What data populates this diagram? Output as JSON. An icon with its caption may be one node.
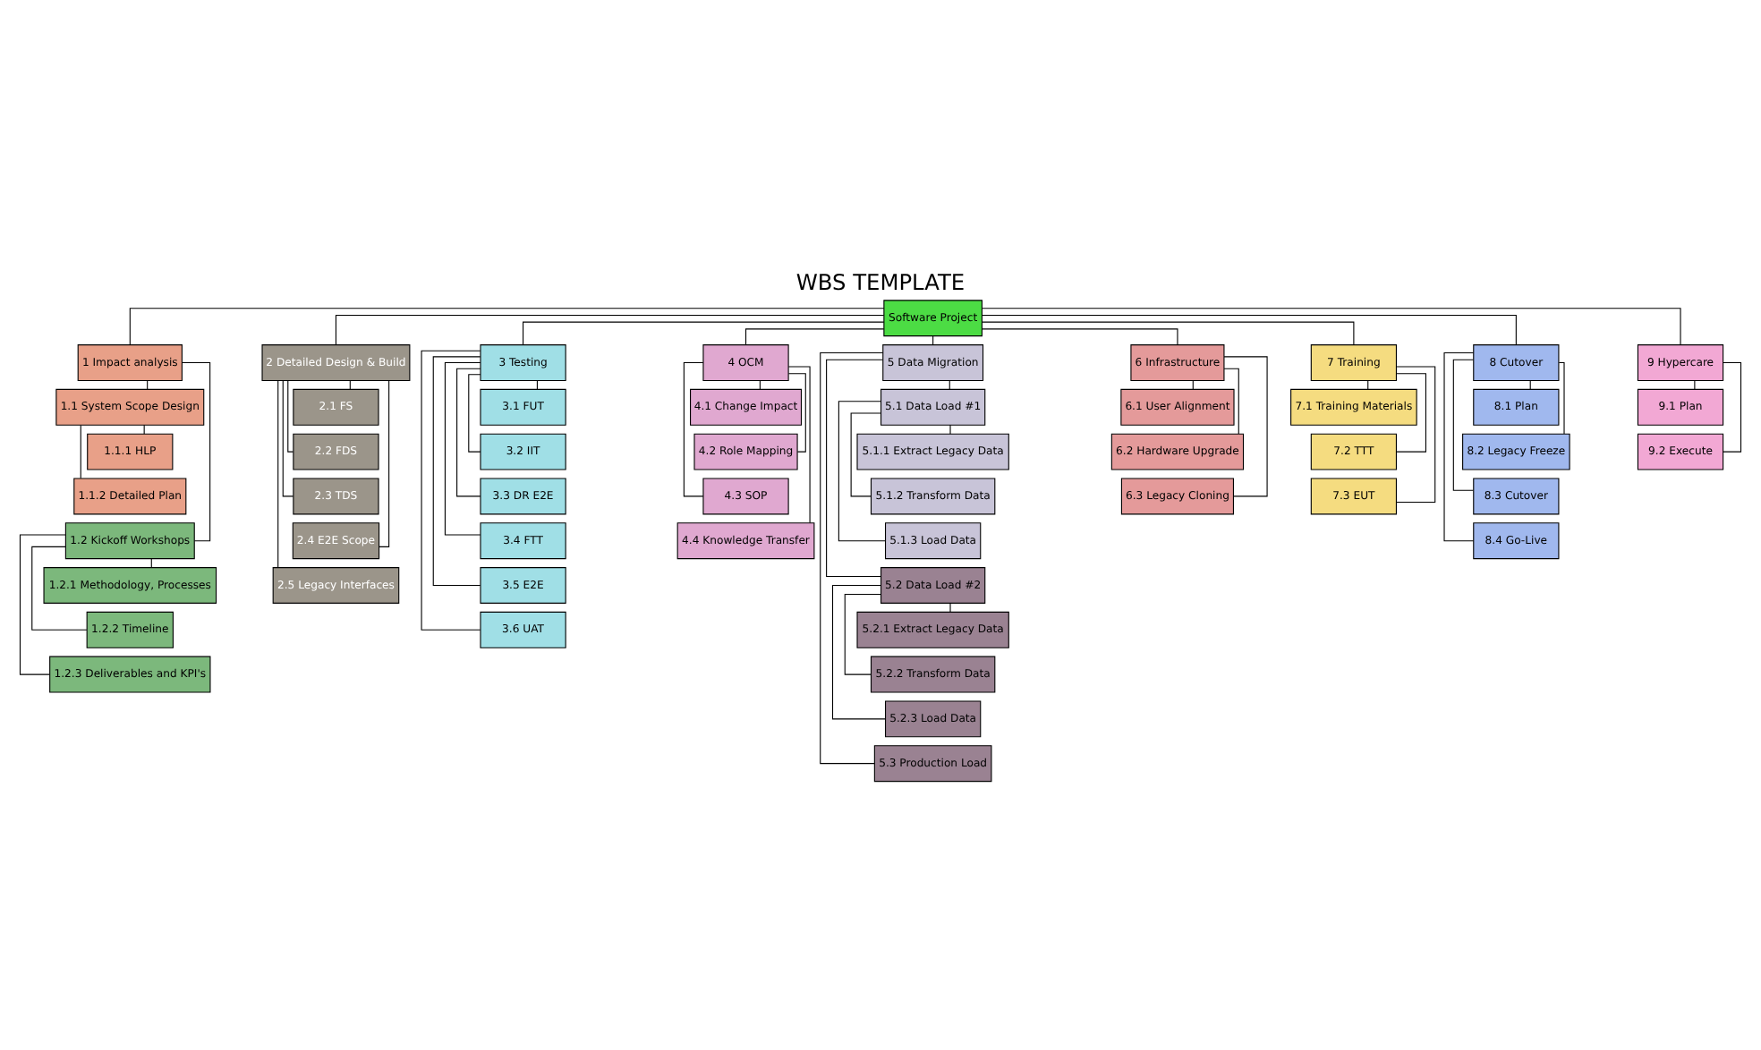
{
  "diagram": {
    "title": "WBS TEMPLATE",
    "nodes": [
      {
        "text": [
          "Software Project"
        ]
      },
      {
        "text": [
          "1 Impact analysis"
        ]
      },
      {
        "text": [
          "1.1 System Scope Design"
        ]
      },
      {
        "text": [
          "1.1.1 HLP"
        ]
      },
      {
        "text": [
          "1.1.2 Detailed Plan"
        ]
      },
      {
        "text": [
          "1.2 Kickoff Workshops"
        ]
      },
      {
        "text": [
          "1.2.1 Methodology, Processes"
        ]
      },
      {
        "text": [
          "1.2.2 Timeline"
        ]
      },
      {
        "text": [
          "1.2.3 Deliverables and KPI's"
        ]
      },
      {
        "text": [
          "2 Detailed Design & Build"
        ]
      },
      {
        "text": [
          "2.1 FS"
        ]
      },
      {
        "text": [
          "2.2 FDS"
        ]
      },
      {
        "text": [
          "2.3 TDS"
        ]
      },
      {
        "text": [
          "2.4 E2E Scope"
        ]
      },
      {
        "text": [
          "2.5 Legacy Interfaces"
        ]
      },
      {
        "text": [
          "3 Testing"
        ]
      },
      {
        "text": [
          "3.1 FUT"
        ]
      },
      {
        "text": [
          "3.2 IIT"
        ]
      },
      {
        "text": [
          "3.3 DR E2E"
        ]
      },
      {
        "text": [
          "3.4 FTT"
        ]
      },
      {
        "text": [
          "3.5 E2E"
        ]
      },
      {
        "text": [
          "3.6 UAT"
        ]
      },
      {
        "text": [
          "4 OCM"
        ]
      },
      {
        "text": [
          "4.1 Change Impact"
        ]
      },
      {
        "text": [
          "4.2 Role Mapping"
        ]
      },
      {
        "text": [
          "4.3 SOP"
        ]
      },
      {
        "text": [
          "4.4 Knowledge Transfer"
        ]
      },
      {
        "text": [
          "5 Data Migration"
        ]
      },
      {
        "text": [
          "5.1 Data Load #1"
        ]
      },
      {
        "text": [
          "5.1.1 Extract Legacy Data"
        ]
      },
      {
        "text": [
          "5.1.2 Transform Data"
        ]
      },
      {
        "text": [
          "5.1.3 Load Data"
        ]
      },
      {
        "text": [
          "5.2 Data Load #2"
        ]
      },
      {
        "text": [
          "5.2.1 Extract Legacy Data"
        ]
      },
      {
        "text": [
          "5.2.2 Transform Data"
        ]
      },
      {
        "text": [
          "5.2.3 Load Data"
        ]
      },
      {
        "text": [
          "5.3 Production Load"
        ]
      },
      {
        "text": [
          "6 Infrastructure"
        ]
      },
      {
        "text": [
          "6.1 User Alignment"
        ]
      },
      {
        "text": [
          "6.2 Hardware Upgrade"
        ]
      },
      {
        "text": [
          "6.3 Legacy Cloning"
        ]
      },
      {
        "text": [
          "7 Training"
        ]
      },
      {
        "text": [
          "7.1 Training Materials"
        ]
      },
      {
        "text": [
          "7.2 TTT"
        ]
      },
      {
        "text": [
          "7.3 EUT"
        ]
      },
      {
        "text": [
          "8 Cutover"
        ]
      },
      {
        "text": [
          "8.1 Plan"
        ]
      },
      {
        "text": [
          "8.2 Legacy Freeze"
        ]
      },
      {
        "text": [
          "8.3 Cutover"
        ]
      },
      {
        "text": [
          "8.4 Go-Live"
        ]
      },
      {
        "text": [
          "9 Hypercare"
        ]
      },
      {
        "text": [
          "9.1 Plan"
        ]
      },
      {
        "text": [
          "9.2 Execute"
        ]
      }
    ],
    "edges": [
      {
        "from": 0,
        "to": 1,
        "arrow": "none"
      },
      {
        "from": 1,
        "to": 2,
        "arrow": "none"
      },
      {
        "from": 2,
        "to": 3,
        "arrow": "none"
      },
      {
        "from": 2,
        "to": 4,
        "arrow": "none"
      },
      {
        "from": 1,
        "to": 5,
        "arrow": "none"
      },
      {
        "from": 5,
        "to": 6,
        "arrow": "none"
      },
      {
        "from": 5,
        "to": 7,
        "arrow": "none"
      },
      {
        "from": 5,
        "to": 8,
        "arrow": "none"
      },
      {
        "from": 0,
        "to": 9,
        "arrow": "none"
      },
      {
        "from": 9,
        "to": 10,
        "arrow": "none"
      },
      {
        "from": 9,
        "to": 11,
        "arrow": "none"
      },
      {
        "from": 9,
        "to": 12,
        "arrow": "none"
      },
      {
        "from": 9,
        "to": 13,
        "arrow": "none"
      },
      {
        "from": 9,
        "to": 14,
        "arrow": "none"
      },
      {
        "from": 0,
        "to": 15,
        "arrow": "none"
      },
      {
        "from": 15,
        "to": 16,
        "arrow": "none"
      },
      {
        "from": 15,
        "to": 17,
        "arrow": "none"
      },
      {
        "from": 15,
        "to": 18,
        "arrow": "none"
      },
      {
        "from": 15,
        "to": 19,
        "arrow": "none"
      },
      {
        "from": 15,
        "to": 20,
        "arrow": "none"
      },
      {
        "from": 15,
        "to": 21,
        "arrow": "none"
      },
      {
        "from": 0,
        "to": 22,
        "arrow": "none"
      },
      {
        "from": 22,
        "to": 23,
        "arrow": "none"
      },
      {
        "from": 22,
        "to": 24,
        "arrow": "none"
      },
      {
        "from": 22,
        "to": 25,
        "arrow": "none"
      },
      {
        "from": 22,
        "to": 26,
        "arrow": "none"
      },
      {
        "from": 0,
        "to": 27,
        "arrow": "none"
      },
      {
        "from": 27,
        "to": 28,
        "arrow": "none"
      },
      {
        "from": 28,
        "to": 29,
        "arrow": "none"
      },
      {
        "from": 28,
        "to": 30,
        "arrow": "none"
      },
      {
        "from": 28,
        "to": 31,
        "arrow": "none"
      },
      {
        "from": 27,
        "to": 32,
        "arrow": "none"
      },
      {
        "from": 32,
        "to": 33,
        "arrow": "none"
      },
      {
        "from": 32,
        "to": 34,
        "arrow": "none"
      },
      {
        "from": 32,
        "to": 35,
        "arrow": "none"
      },
      {
        "from": 27,
        "to": 36,
        "arrow": "none"
      },
      {
        "from": 0,
        "to": 37,
        "arrow": "none"
      },
      {
        "from": 37,
        "to": 38,
        "arrow": "none"
      },
      {
        "from": 37,
        "to": 39,
        "arrow": "none"
      },
      {
        "from": 37,
        "to": 40,
        "arrow": "none"
      },
      {
        "from": 0,
        "to": 41,
        "arrow": "none"
      },
      {
        "from": 41,
        "to": 42,
        "arrow": "none"
      },
      {
        "from": 41,
        "to": 43,
        "arrow": "none"
      },
      {
        "from": 41,
        "to": 44,
        "arrow": "none"
      },
      {
        "from": 0,
        "to": 45,
        "arrow": "none"
      },
      {
        "from": 45,
        "to": 46,
        "arrow": "none"
      },
      {
        "from": 45,
        "to": 47,
        "arrow": "none"
      },
      {
        "from": 45,
        "to": 48,
        "arrow": "none"
      },
      {
        "from": 45,
        "to": 49,
        "arrow": "none"
      },
      {
        "from": 0,
        "to": 50,
        "arrow": "none"
      },
      {
        "from": 50,
        "to": 51,
        "arrow": "none"
      },
      {
        "from": 50,
        "to": 52,
        "arrow": "none"
      }
    ]
  }
}
